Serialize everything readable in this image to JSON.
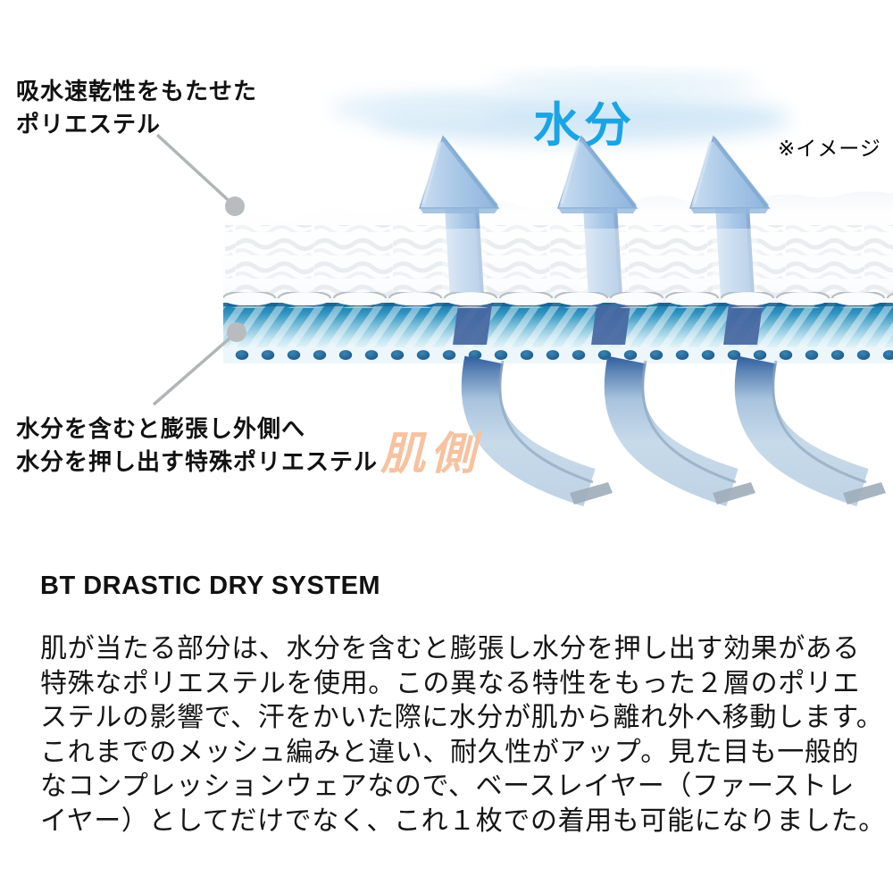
{
  "diagram": {
    "outer_label": {
      "line1": "吸水速乾性をもたせた",
      "line2": "ポリエステル"
    },
    "inner_label": {
      "line1": "水分を含むと膨張し外側へ",
      "line2": "水分を押し出す特殊ポリエステル"
    },
    "moisture_label": "水分",
    "note_label": "※イメージ",
    "skin_side_label": "肌側",
    "colors": {
      "moisture_text_blue": "#1ba4e4",
      "skin_side_peach": "#f6c2a0",
      "arrow_light_blue": "#aac9e8",
      "arrow_dark_blue": "#45669f",
      "inner_layer_teal_top": "#1a76a8",
      "inner_layer_teal_bottom": "#e8f5fa",
      "perforation_dot_blue": "#174f7e",
      "leader_line_gray": "#b2b5b7"
    }
  },
  "description": {
    "heading": "BT DRASTIC DRY SYSTEM",
    "lines": [
      "肌が当たる部分は、水分を含むと膨張し水分を押し出す効果がある",
      "特殊なポリエステルを使用。この異なる特性をもった２層のポリエ",
      "ステルの影響で、汗をかいた際に水分が肌から離れ外へ移動します。",
      "これまでのメッシュ編みと違い、耐久性がアップ。見た目も一般的",
      "なコンプレッションウェアなので、ベースレイヤー（ファーストレ",
      "イヤー）としてだけでなく、これ１枚での着用も可能になりました。"
    ]
  }
}
